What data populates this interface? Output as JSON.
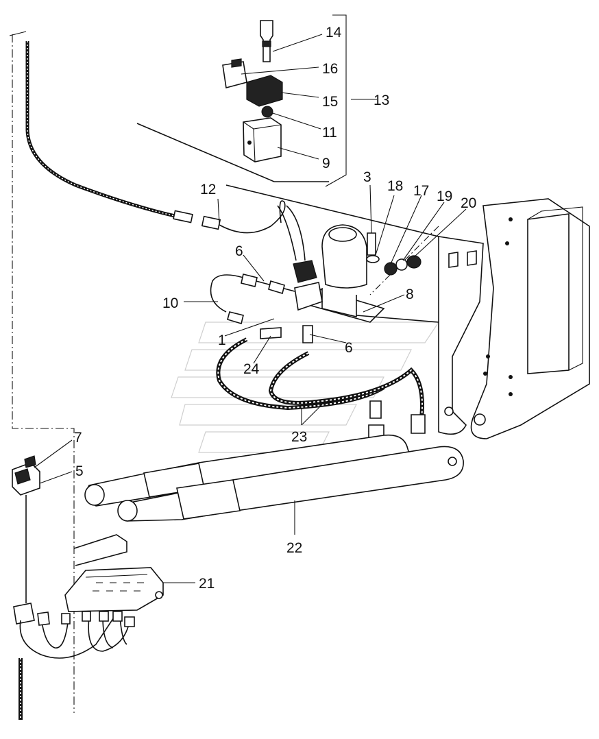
{
  "diagram": {
    "callouts": [
      {
        "id": "1",
        "text": "1"
      },
      {
        "id": "3",
        "text": "3"
      },
      {
        "id": "5",
        "text": "5"
      },
      {
        "id": "6a",
        "text": "6"
      },
      {
        "id": "6b",
        "text": "6"
      },
      {
        "id": "7",
        "text": "7"
      },
      {
        "id": "8",
        "text": "8"
      },
      {
        "id": "9",
        "text": "9"
      },
      {
        "id": "10",
        "text": "10"
      },
      {
        "id": "11",
        "text": "11"
      },
      {
        "id": "12",
        "text": "12"
      },
      {
        "id": "13",
        "text": "13"
      },
      {
        "id": "14",
        "text": "14"
      },
      {
        "id": "15",
        "text": "15"
      },
      {
        "id": "16",
        "text": "16"
      },
      {
        "id": "17",
        "text": "17"
      },
      {
        "id": "18",
        "text": "18"
      },
      {
        "id": "19",
        "text": "19"
      },
      {
        "id": "20",
        "text": "20"
      },
      {
        "id": "21",
        "text": "21"
      },
      {
        "id": "22",
        "text": "22"
      },
      {
        "id": "23",
        "text": "23"
      },
      {
        "id": "24",
        "text": "24"
      }
    ]
  }
}
